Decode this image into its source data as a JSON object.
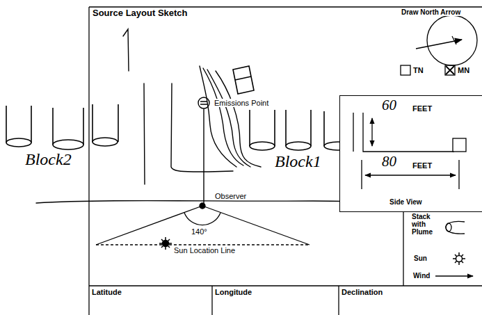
{
  "diagram": {
    "title": "Source Layout Sketch",
    "nodes": [
      {
        "text": [
          "Side View"
        ]
      }
    ],
    "labels": [
      "Draw North Arrow",
      "TN",
      "MN",
      "Emissions Point",
      "Block2",
      "Block1",
      "60",
      "FEET",
      "80",
      "FEET",
      "Observer",
      "140°",
      "Sun Location Line",
      "Latitude",
      "Longitude",
      "Declination"
    ],
    "legend": [
      {
        "text": "Stack with Plume"
      },
      {
        "text": "Sun"
      },
      {
        "text": "Wind"
      }
    ]
  }
}
